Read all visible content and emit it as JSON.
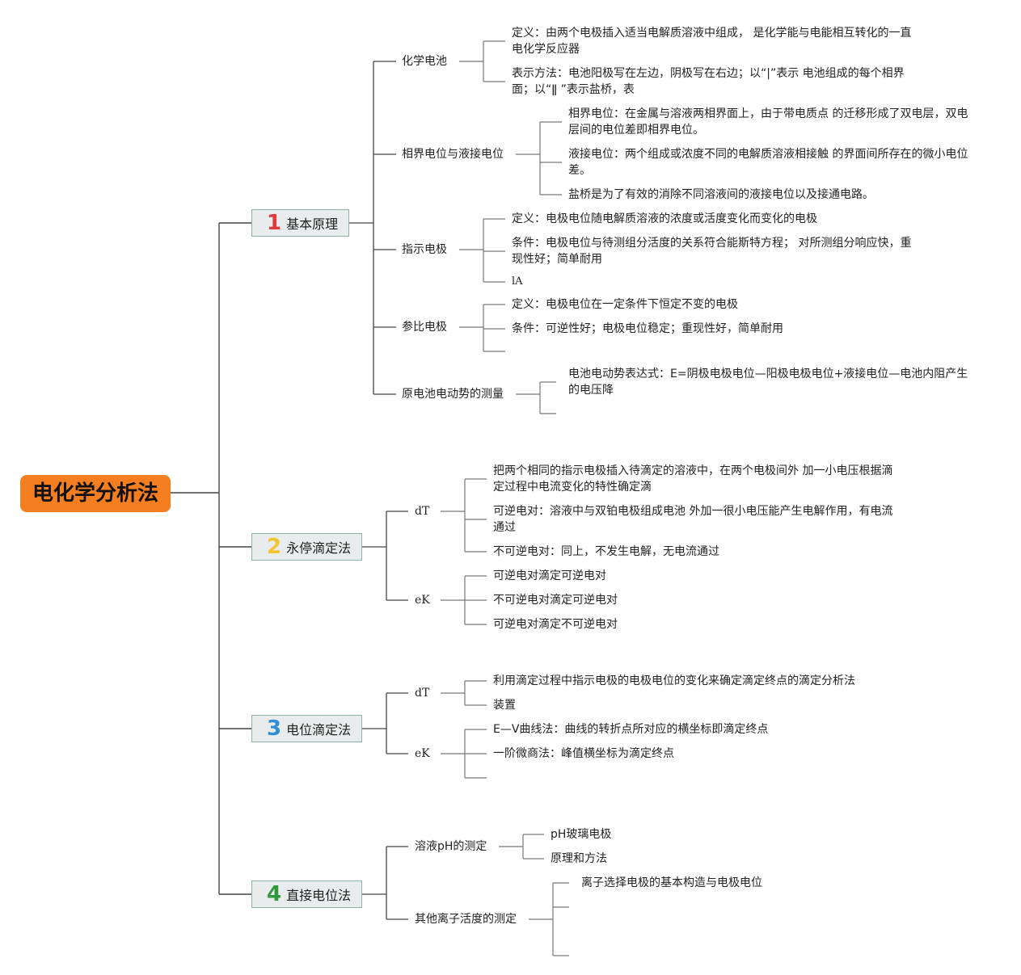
{
  "root": {
    "title": "电化学分析法"
  },
  "sections": [
    {
      "num": "1",
      "color": "#e23a3a",
      "title": "基本原理",
      "children": [
        {
          "label": "化学电池",
          "leaves": [
            "定义：由两个电极插入适当电解质溶液中组成， 是化学能与电能相互转化的一直电化学反应器",
            "表示方法：电池阳极写在左边，阴极写在右边；以“|”表示 电池组成的每个相界面；以“ǁ ”表示盐桥，表"
          ]
        },
        {
          "label": "相界电位与液接电位",
          "leaves": [
            "相界电位：在金属与溶液两相界面上，由于带电质点 的迁移形成了双电层，双电层间的电位差即相界电位。",
            "液接电位：两个组成或浓度不同的电解质溶液相接触 的界面间所存在的微小电位差。",
            "盐桥是为了有效的消除不同溶液间的液接电位以及接通电路。"
          ]
        },
        {
          "label": "指示电极",
          "leaves": [
            "定义：电极电位随电解质溶液的浓度或活度变化而变化的电极",
            "条件：电极电位与待测组分活度的关系符合能斯特方程； 对所测组分响应快，重现性好；简单耐用",
            "lA"
          ]
        },
        {
          "label": "参比电极",
          "leaves": [
            "定义：电极电位在一定条件下恒定不变的电极",
            "条件：可逆性好；电极电位稳定；重现性好，简单耐用",
            ""
          ]
        },
        {
          "label": "原电池电动势的测量",
          "leaves": [
            "电池电动势表达式：E=阴极电极电位—阳极电极电位+液接电位—电池内阻产生的电压降",
            ""
          ]
        }
      ]
    },
    {
      "num": "2",
      "color": "#f3c531",
      "title": "永停滴定法",
      "children": [
        {
          "label": "dT",
          "leaves": [
            "把两个相同的指示电极插入待滴定的溶液中，在两个电极间外 加一小电压根据滴定过程中电流变化的特性确定滴",
            "可逆电对：溶液中与双铂电极组成电池 外加一很小电压能产生电解作用，有电流通过",
            "不可逆电对：同上，不发生电解，无电流通过"
          ]
        },
        {
          "label": "eK",
          "leaves": [
            "可逆电对滴定可逆电对",
            "不可逆电对滴定可逆电对",
            "可逆电对滴定不可逆电对"
          ]
        }
      ]
    },
    {
      "num": "3",
      "color": "#2e8fd8",
      "title": "电位滴定法",
      "children": [
        {
          "label": "dT",
          "leaves": [
            "利用滴定过程中指示电极的电极电位的变化来确定滴定终点的滴定分析法",
            "装置"
          ]
        },
        {
          "label": "eK",
          "leaves": [
            "E—V曲线法：曲线的转折点所对应的横坐标即滴定终点",
            "一阶微商法：峰值横坐标为滴定终点",
            ""
          ]
        }
      ]
    },
    {
      "num": "4",
      "color": "#2f9a3a",
      "title": "直接电位法",
      "children": [
        {
          "label": "溶液pH的测定",
          "leaves": [
            "pH玻璃电极",
            "原理和方法"
          ]
        },
        {
          "label": "其他离子活度的测定",
          "leaves": [
            "离子选择电极的基本构造与电极电位",
            "",
            ""
          ]
        }
      ]
    }
  ]
}
